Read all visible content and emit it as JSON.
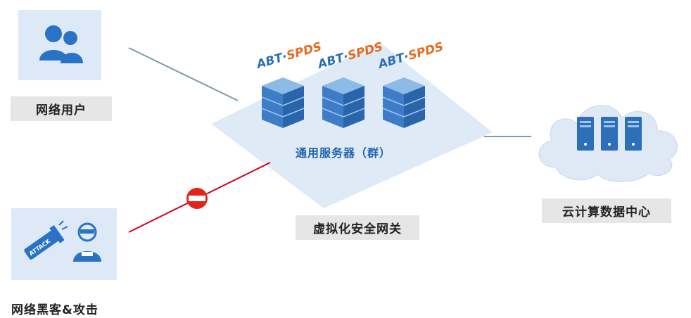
{
  "labels": {
    "network_users": "网络用户",
    "hackers_attack": "网络黑客&攻击",
    "server_group": "通用服务器（群）",
    "virtual_gateway": "虚拟化安全网关",
    "cloud_datacenter": "云计算数据中心"
  },
  "servers": [
    {
      "brand_a": "ABT·",
      "brand_b": "SPDS"
    },
    {
      "brand_a": "ABT·",
      "brand_b": "SPDS"
    },
    {
      "brand_a": "ABT·",
      "brand_b": "SPDS"
    }
  ],
  "attack_badge_text": "ATTACK",
  "icons": {
    "users": "users-icon",
    "attack": "attack-ram-icon",
    "hacker": "hacker-icon",
    "server": "server-icon",
    "cloud": "cloud-icon",
    "block": "no-entry-icon"
  },
  "colors": {
    "tile": "#dde9f7",
    "icon_blue": "#2a73c4",
    "gateway_fill": "#d8e8f6",
    "server_blue": "#3e7cc8",
    "line_gray": "#7f9aa8",
    "attack_red": "#d0021b",
    "cloud_fill": "#dfe9f5"
  }
}
